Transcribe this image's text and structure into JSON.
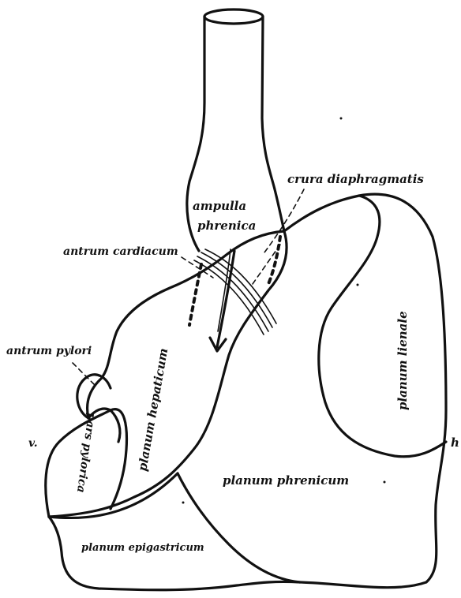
{
  "labels": {
    "crura_diaphragmatis": "crura diaphragmatis",
    "ampulla": "ampulla",
    "phrenica": "phrenica",
    "antrum_cardiacum": "antrum cardiacum",
    "antrum_pylori": "antrum pylori",
    "planum_lienale": "planum lienale",
    "planum_hepaticum": "planum hepaticum",
    "pars_pylorica": "pars pylorica",
    "planum_phrenicum": "planum phrenicum",
    "planum_epigastricum": "planum epigastricum",
    "v_mark": "v.",
    "h_mark": "h"
  }
}
